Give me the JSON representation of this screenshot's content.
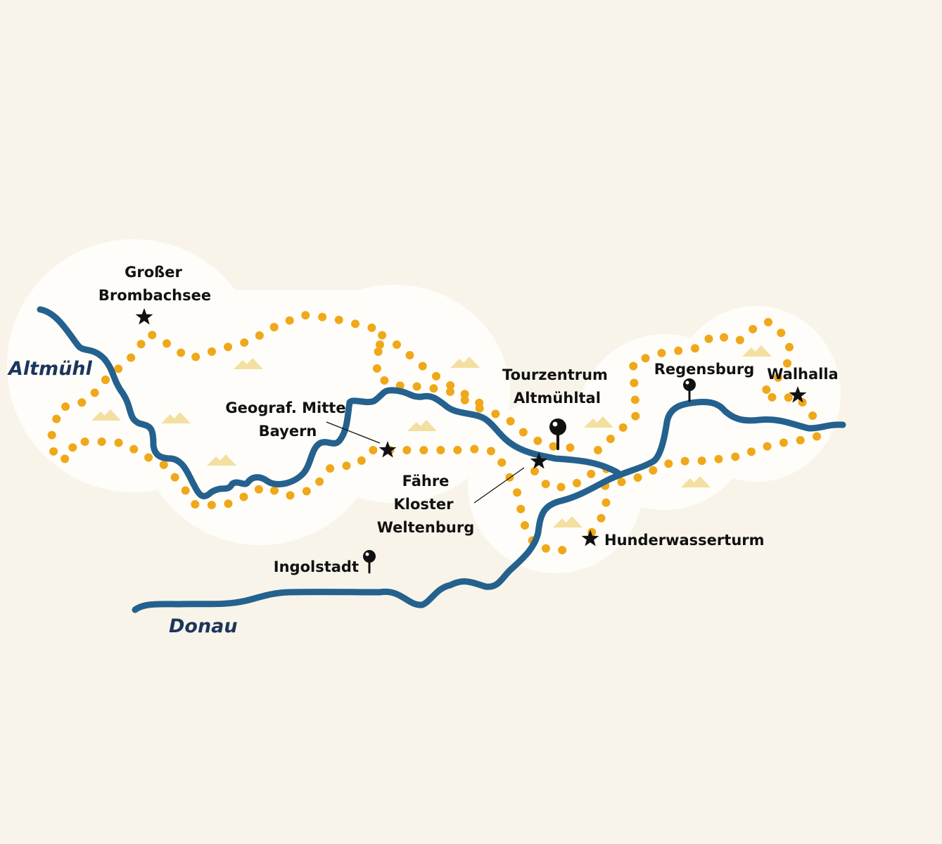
{
  "colors": {
    "background": "#f8f4ea",
    "land": "#fffdf9",
    "river": "#24618e",
    "river_label": "#1b365d",
    "trail": "#efa81a",
    "hill": "#f3dfa0",
    "marker": "#111111"
  },
  "rivers": {
    "altmuehl": "Altmühl",
    "donau": "Donau"
  },
  "places": {
    "brombachsee": {
      "line1": "Großer",
      "line2": "Brombachsee",
      "icon": "star-icon"
    },
    "geograf_mitte": {
      "line1": "Geograf. Mitte",
      "line2": "Bayern",
      "icon": "star-icon"
    },
    "tourzentrum": {
      "line1": "Tourzentrum",
      "line2": "Altmühltal",
      "icon": "pin-icon"
    },
    "regensburg": {
      "label": "Regensburg",
      "icon": "pin-icon"
    },
    "walhalla": {
      "label": "Walhalla",
      "icon": "star-icon"
    },
    "faehre": {
      "line1": "Fähre",
      "line2": "Kloster",
      "line3": "Weltenburg",
      "icon": "star-icon"
    },
    "hundertwasser": {
      "label": "Hunderwasserturm",
      "icon": "star-icon"
    },
    "ingolstadt": {
      "label": "Ingolstadt",
      "icon": "pin-icon"
    }
  }
}
